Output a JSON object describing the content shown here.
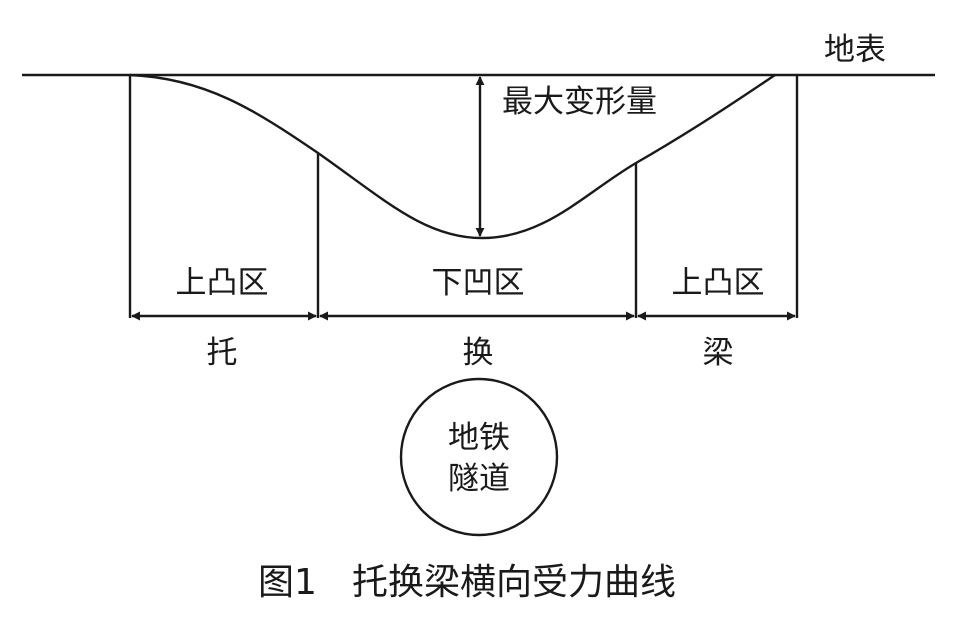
{
  "diagram": {
    "ground_label": "地表",
    "max_deformation_label": "最大变形量",
    "zones": {
      "left": "上凸区",
      "middle": "下凹区",
      "right": "上凸区"
    },
    "beam_labels": {
      "left": "托",
      "middle": "换",
      "right": "梁"
    },
    "tunnel_label_line1": "地铁",
    "tunnel_label_line2": "隧道"
  },
  "caption": {
    "number": "图1",
    "title": "托换梁横向受力曲线"
  }
}
